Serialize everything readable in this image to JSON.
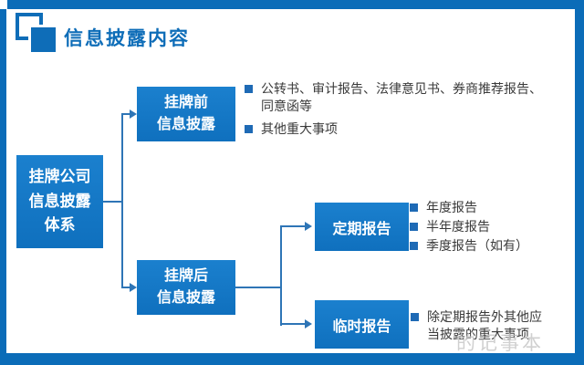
{
  "page": {
    "title": "信息披露内容"
  },
  "diagram": {
    "root": {
      "label": "挂牌公司\n信息披露\n体系"
    },
    "pre_listing": {
      "label": "挂牌前\n信息披露",
      "bullets": [
        "公转书、审计报告、法律意见书、券商推荐报告、\n同意函等",
        "其他重大事项"
      ]
    },
    "post_listing": {
      "label": "挂牌后\n信息披露"
    },
    "periodic_report": {
      "label": "定期报告",
      "bullets": [
        "年度报告",
        "半年度报告",
        "季度报告（如有）"
      ]
    },
    "adhoc_report": {
      "label": "临时报告",
      "bullets": [
        "除定期报告外其他应\n当披露的重大事项"
      ]
    }
  },
  "watermark": {
    "text": "的记事本"
  },
  "colors": {
    "frame": "#0b6cb8",
    "box": "#1277c5",
    "line": "#2e75b6",
    "bullet": "#1e6ab5",
    "title": "#0e6db8",
    "text": "#3a3a3a"
  }
}
